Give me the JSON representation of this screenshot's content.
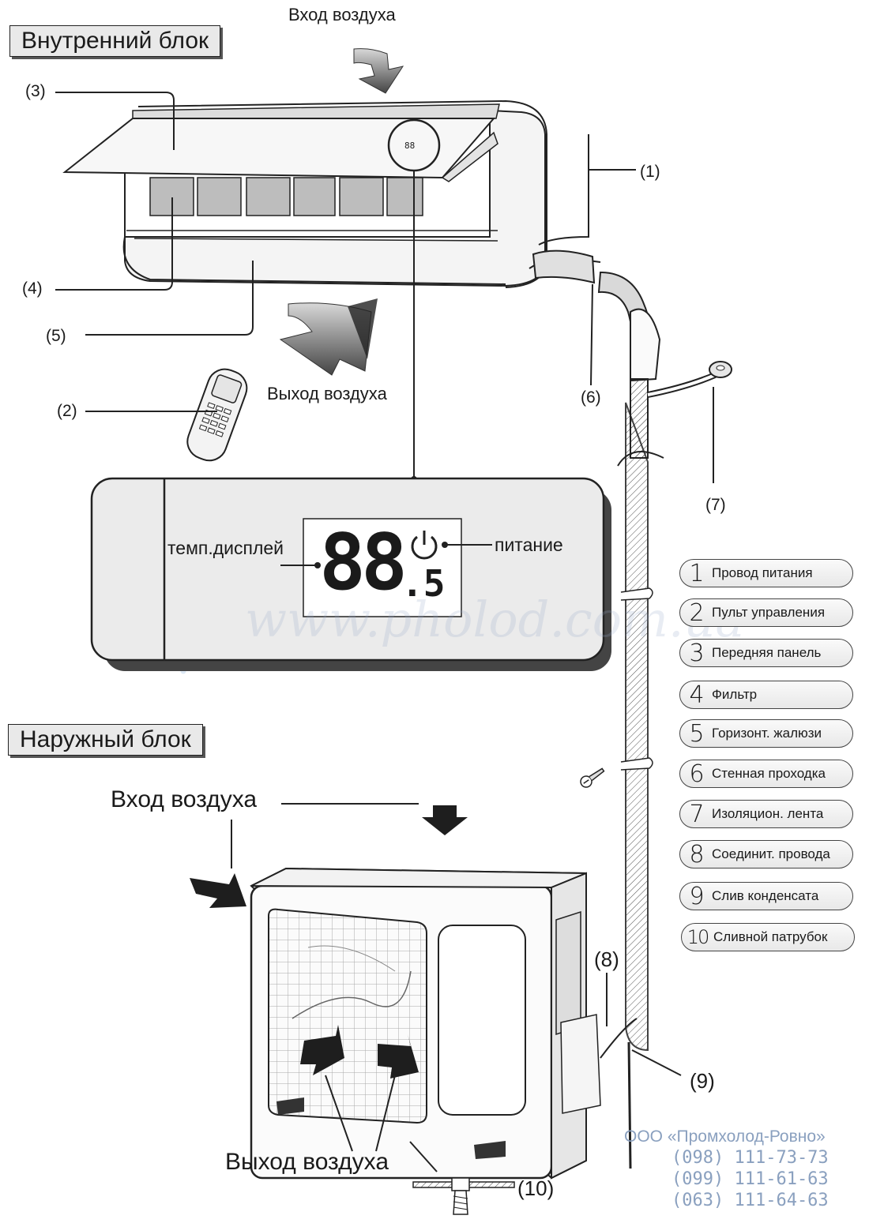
{
  "indoor_section": {
    "title": "Внутренний блок"
  },
  "outdoor_section": {
    "title": "Наружный блок"
  },
  "indoor_air": {
    "intake": "Вход воздуха",
    "outlet": "Выход воздуха"
  },
  "outdoor_air": {
    "intake": "Вход воздуха",
    "outlet": "Выход воздуха"
  },
  "display_panel": {
    "temp_label": "темп.дисплей",
    "power_label": "питание",
    "digits": "88",
    "decimal": ".5"
  },
  "callouts": {
    "c1": "(1)",
    "c2": "(2)",
    "c3": "(3)",
    "c4": "(4)",
    "c5": "(5)",
    "c6": "(6)",
    "c7": "(7)",
    "c8": "(8)",
    "c9": "(9)",
    "c10": "(10)"
  },
  "legend": [
    {
      "num": "1",
      "label": "Провод питания"
    },
    {
      "num": "2",
      "label": "Пульт управления"
    },
    {
      "num": "3",
      "label": "Передняя панель"
    },
    {
      "num": "4",
      "label": "Фильтр"
    },
    {
      "num": "5",
      "label": "Горизонт. жалюзи"
    },
    {
      "num": "6",
      "label": "Стенная проходка"
    },
    {
      "num": "7",
      "label": "Изоляцион. лента"
    },
    {
      "num": "8",
      "label": "Соединит. провода"
    },
    {
      "num": "9",
      "label": "Слив конденсата"
    },
    {
      "num": "10",
      "label": "Сливной патрубок"
    }
  ],
  "watermark": "www.pholod.com.ua",
  "company": {
    "name": "ООО «Промхолод-Ровно»",
    "phones": [
      "(098) 111-73-73",
      "(099) 111-61-63",
      "(063) 111-64-63"
    ]
  },
  "colors": {
    "company_text": "#8aa0bf",
    "section_box": "#e9e9e9",
    "panel": "#ebebeb",
    "watermark": "#b4c8e0"
  }
}
